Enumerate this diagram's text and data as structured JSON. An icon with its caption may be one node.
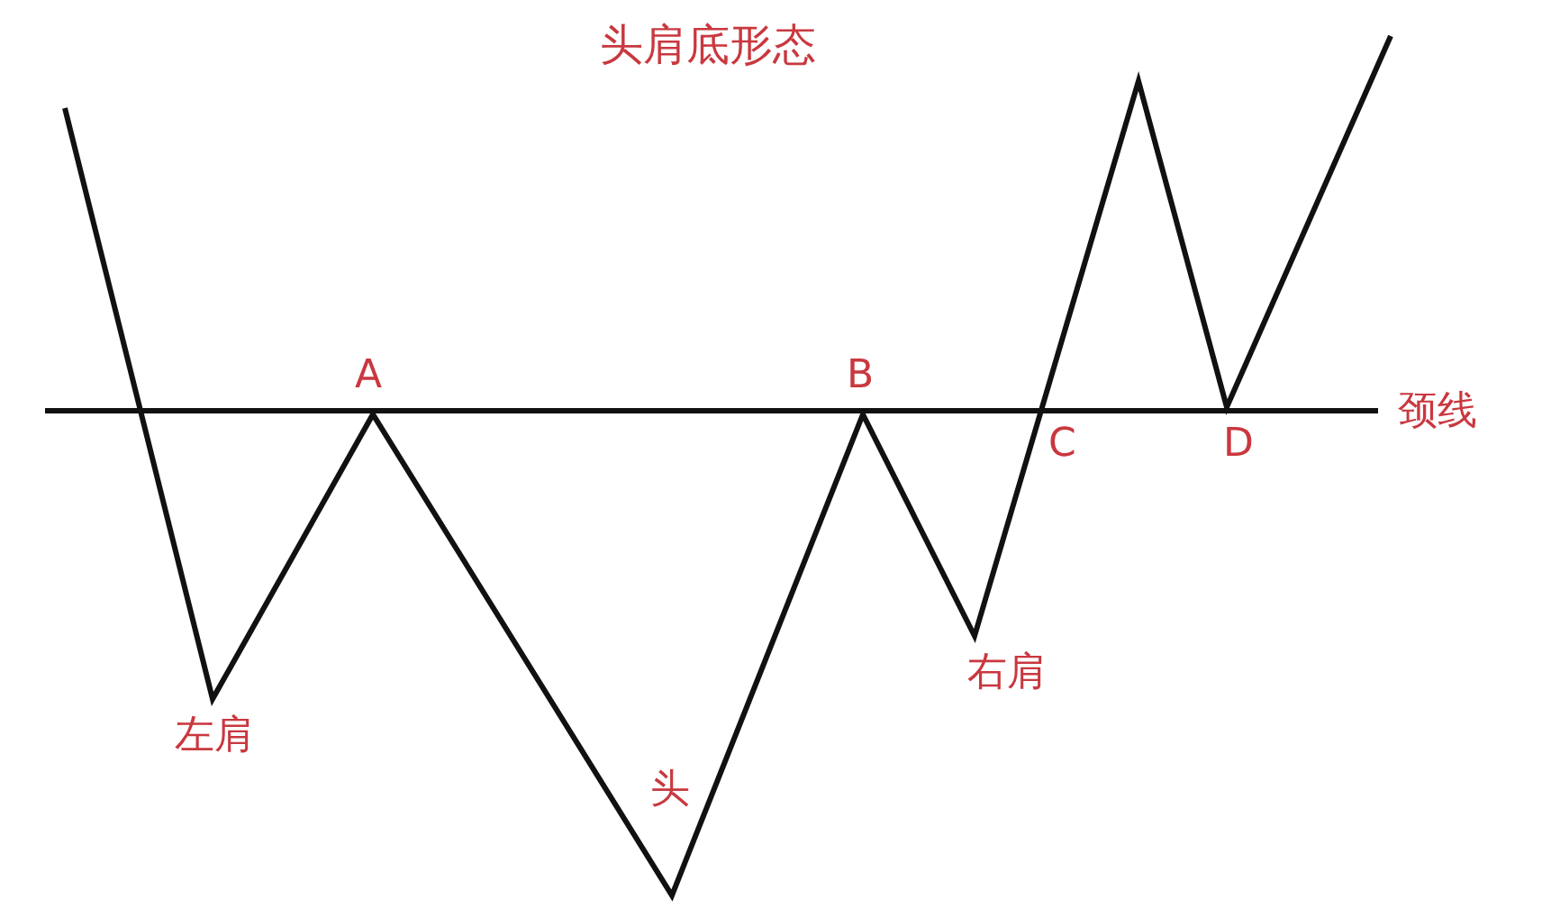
{
  "diagram": {
    "title": "头肩底形态",
    "labels": [
      "A",
      "B",
      "颈线",
      "C",
      "D",
      "右肩",
      "左肩",
      "头"
    ]
  }
}
